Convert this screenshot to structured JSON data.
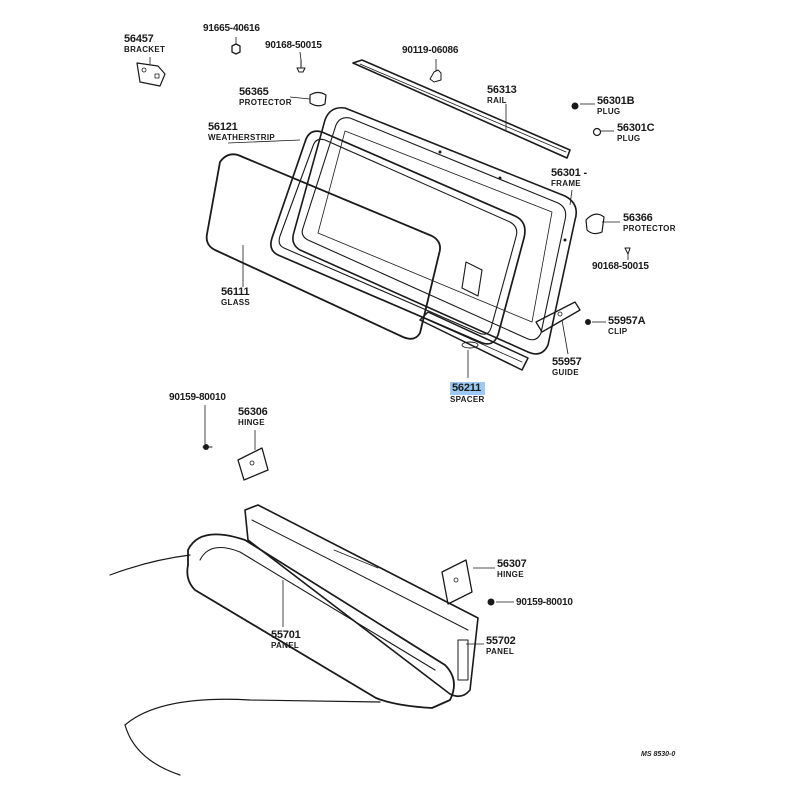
{
  "parts": [
    {
      "id": "56457",
      "number": "56457",
      "name": "BRACKET"
    },
    {
      "id": "91665-40616",
      "number": "91665-40616",
      "name": ""
    },
    {
      "id": "90168-50015-a",
      "number": "90168-50015",
      "name": ""
    },
    {
      "id": "90119-06086",
      "number": "90119-06086",
      "name": ""
    },
    {
      "id": "56365",
      "number": "56365",
      "name": "PROTECTOR"
    },
    {
      "id": "56313",
      "number": "56313",
      "name": "RAIL"
    },
    {
      "id": "56301B",
      "number": "56301B",
      "name": "PLUG"
    },
    {
      "id": "56301C",
      "number": "56301C",
      "name": "PLUG"
    },
    {
      "id": "56121",
      "number": "56121",
      "name": "WEATHERSTRIP"
    },
    {
      "id": "56301",
      "number": "56301 -",
      "name": "FRAME"
    },
    {
      "id": "56366",
      "number": "56366",
      "name": "PROTECTOR"
    },
    {
      "id": "90168-50015-b",
      "number": "90168-50015",
      "name": ""
    },
    {
      "id": "56111",
      "number": "56111",
      "name": "GLASS"
    },
    {
      "id": "55957A",
      "number": "55957A",
      "name": "CLIP"
    },
    {
      "id": "55957",
      "number": "55957",
      "name": "GUIDE"
    },
    {
      "id": "56211",
      "number": "56211",
      "name": "SPACER",
      "highlighted": true
    },
    {
      "id": "90159-80010-a",
      "number": "90159-80010",
      "name": ""
    },
    {
      "id": "56306",
      "number": "56306",
      "name": "HINGE"
    },
    {
      "id": "56307",
      "number": "56307",
      "name": "HINGE"
    },
    {
      "id": "90159-80010-b",
      "number": "90159-80010",
      "name": ""
    },
    {
      "id": "55701",
      "number": "55701",
      "name": "PANEL"
    },
    {
      "id": "55702",
      "number": "55702",
      "name": "PANEL"
    }
  ],
  "diagram_code": "MS 8530-0",
  "colors": {
    "line": "#1a1a1a",
    "highlight": "#9ccaf4",
    "background": "#ffffff"
  }
}
